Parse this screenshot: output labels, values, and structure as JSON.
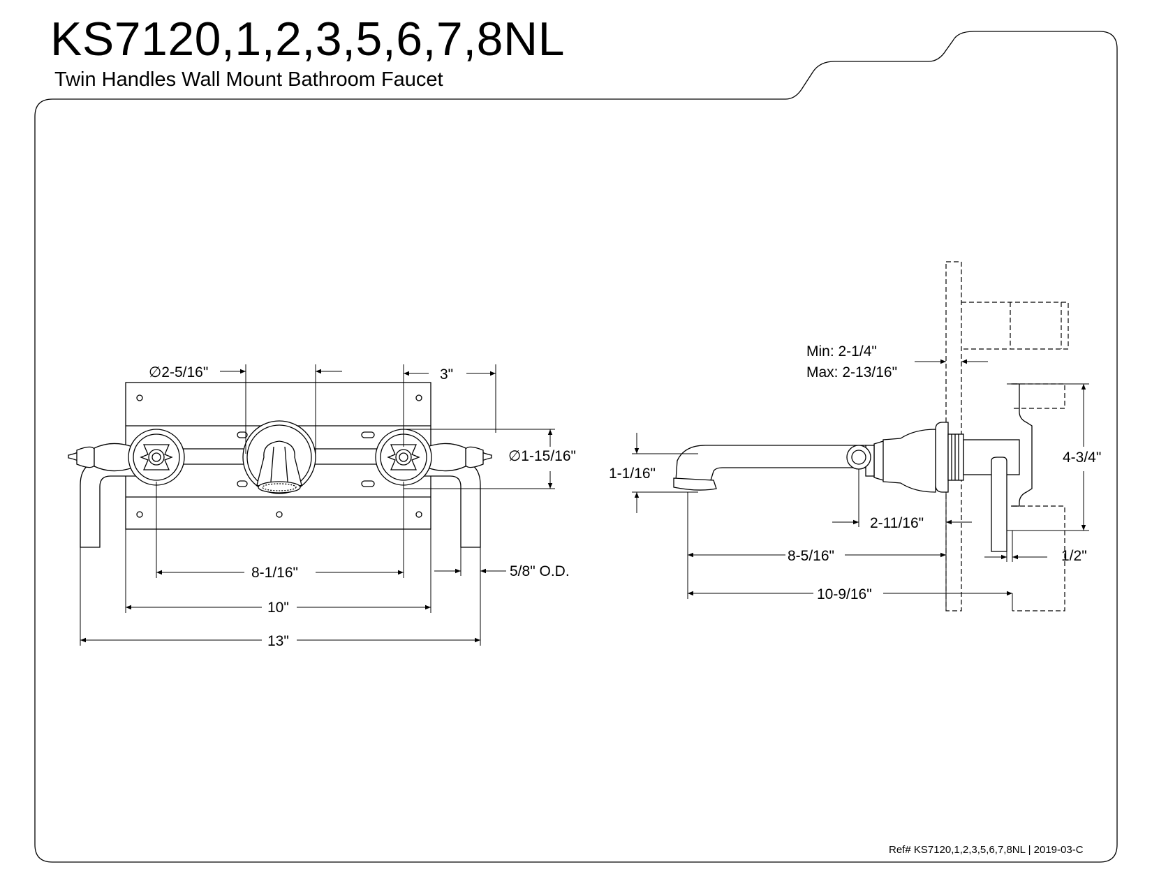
{
  "header": {
    "title": "KS7120,1,2,3,5,6,7,8NL",
    "subtitle": "Twin Handles Wall Mount Bathroom Faucet"
  },
  "front_view": {
    "dims": {
      "spout_dia": "∅2-5/16\"",
      "handle_spacing": "3\"",
      "handle_dia": "∅1-15/16\"",
      "center_spacing": "8-1/16\"",
      "plate_width": "10\"",
      "overall_width": "13\"",
      "supply_od": "5/8\" O.D."
    }
  },
  "side_view": {
    "dims": {
      "wall_min": "Min: 2-1/4\"",
      "wall_max": "Max: 2-13/16\"",
      "spout_height": "1-1/16\"",
      "valve_height": "4-3/4\"",
      "spout_body": "2-11/16\"",
      "spout_reach": "8-5/16\"",
      "overall_reach": "10-9/16\"",
      "pipe": "1/2\""
    }
  },
  "footer": {
    "reference": "Ref# KS7120,1,2,3,5,6,7,8NL | 2019-03-C"
  }
}
